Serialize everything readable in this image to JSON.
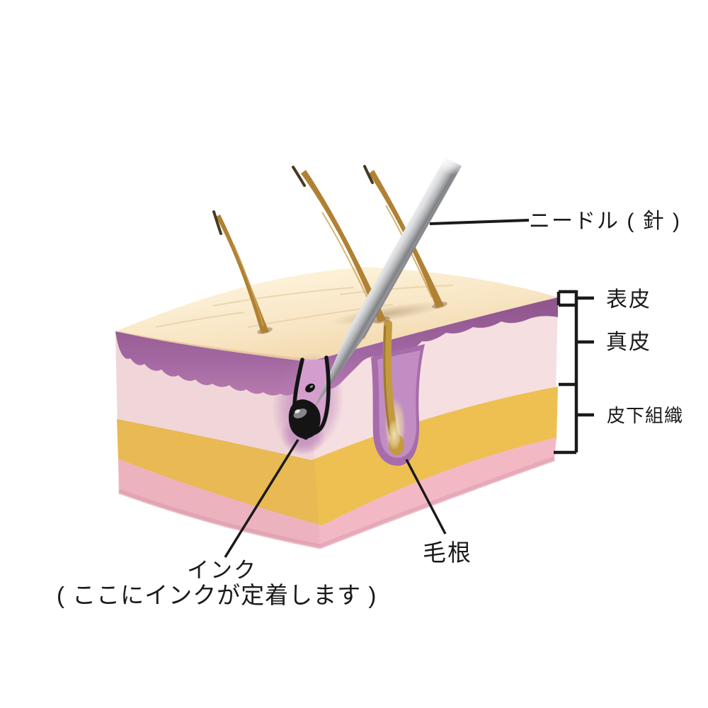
{
  "diagram": {
    "labels": {
      "needle": "ニードル ( 針 )",
      "epidermis": "表皮",
      "dermis": "真皮",
      "subcutaneous_tissue": "皮下組織",
      "ink": "インク",
      "ink_note": "( ここにインクが定着します )",
      "hair_root": "毛根"
    },
    "colors": {
      "background": "#ffffff",
      "skin_surface": "#f8e5c3",
      "epidermis_band": "#a268a3",
      "dermis_pink": "#f6dfe0",
      "fat_yellow": "#eec052",
      "deep_tissue_pink": "#f2b9c4",
      "follicle_purple": "#a76cab",
      "follicle_inner": "#c793c5",
      "hair_gold": "#b08134",
      "hair_root_gold": "#c49a40",
      "needle_gray": "#b7b8bb",
      "ink_black": "#141414",
      "ink_halo": "#b678b6",
      "line_black": "#1a1a1a"
    }
  }
}
